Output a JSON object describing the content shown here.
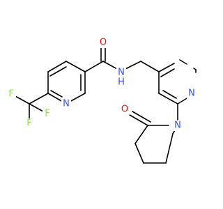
{
  "atoms": {
    "o_amide": {
      "label": "O",
      "color": "#ff0d0d"
    },
    "nh": {
      "label": "N",
      "h": "H",
      "color": "#3050f8"
    },
    "n_pyr1": {
      "label": "N",
      "color": "#3050f8"
    },
    "n_pyr2": {
      "label": "N",
      "color": "#3050f8"
    },
    "n_lactam": {
      "label": "N",
      "color": "#3050f8"
    },
    "o_lactam": {
      "label": "O",
      "color": "#ff0d0d"
    },
    "f1": {
      "label": "F",
      "color": "#90e050"
    },
    "f2": {
      "label": "F",
      "color": "#90e050"
    },
    "f3": {
      "label": "F",
      "color": "#90e050"
    }
  }
}
